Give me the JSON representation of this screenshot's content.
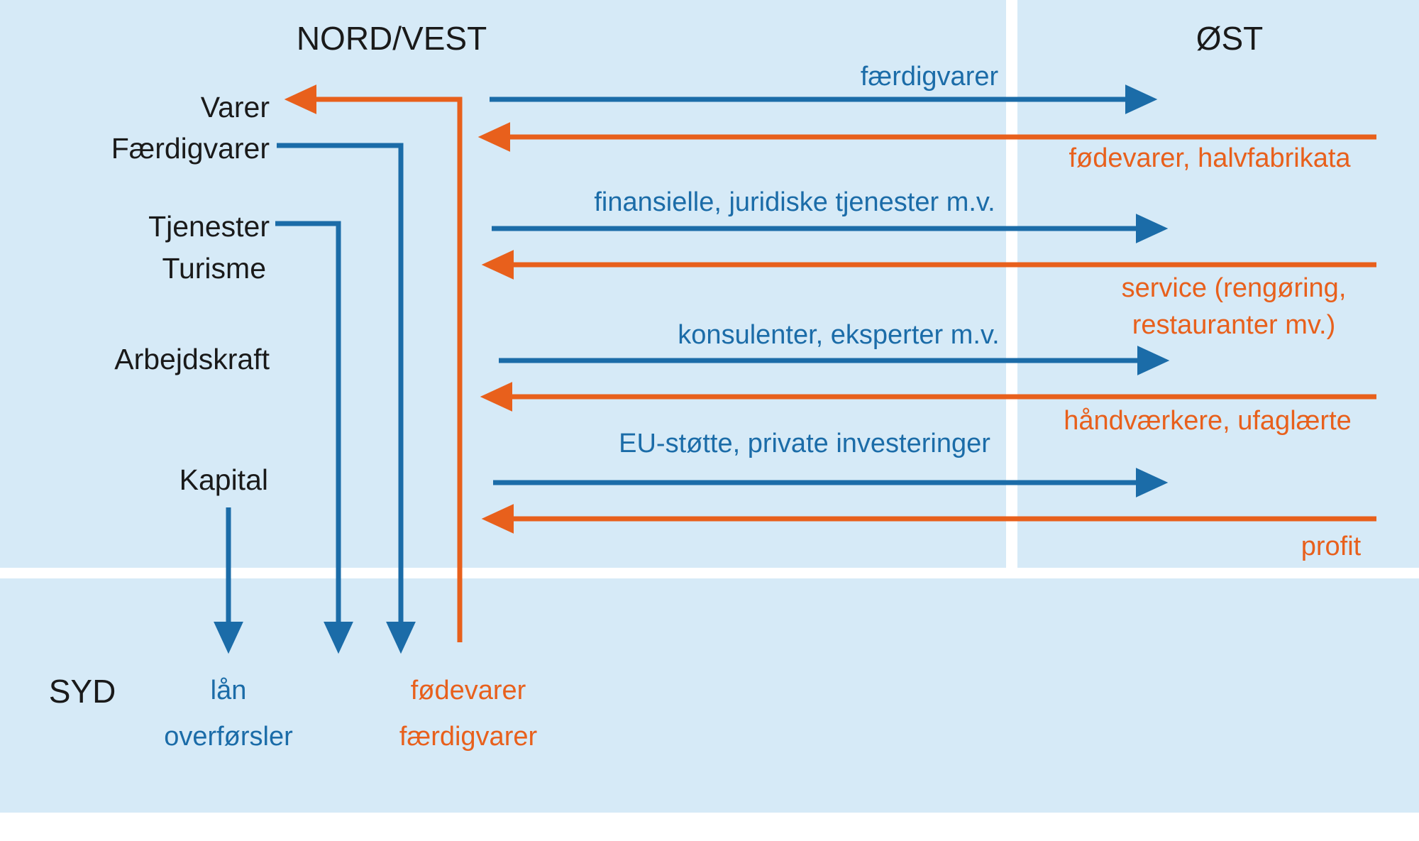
{
  "colors": {
    "background": "#d6eaf7",
    "panel_divider": "#ffffff",
    "blue": "#1b6ca8",
    "orange": "#e8601c",
    "text_dark": "#1a1a1a"
  },
  "regions": {
    "north_west": "NORD/VEST",
    "east": "ØST",
    "south": "SYD"
  },
  "categories": [
    {
      "id": "varer",
      "label": "Varer"
    },
    {
      "id": "faerdigvarer",
      "label": "Færdigvarer"
    },
    {
      "id": "tjenester",
      "label": "Tjenester"
    },
    {
      "id": "turisme",
      "label": "Turisme"
    },
    {
      "id": "arbejdskraft",
      "label": "Arbejdskraft"
    },
    {
      "id": "kapital",
      "label": "Kapital"
    }
  ],
  "flows_east": [
    {
      "id": "goods",
      "outbound_label": "færdigvarer",
      "outbound_color": "blue",
      "outbound_direction": "to-east",
      "inbound_label": "fødevarer, halvfabrikata",
      "inbound_color": "orange",
      "inbound_direction": "to-west"
    },
    {
      "id": "services",
      "outbound_label": "finansielle, juridiske tjenester m.v.",
      "outbound_color": "blue",
      "outbound_direction": "to-east",
      "inbound_label": "service (rengøring,\nrestauranter mv.)",
      "inbound_label_line1": "service (rengøring,",
      "inbound_label_line2": "restauranter mv.)",
      "inbound_color": "orange",
      "inbound_direction": "to-west"
    },
    {
      "id": "labour",
      "outbound_label": "konsulenter, eksperter m.v.",
      "outbound_color": "blue",
      "outbound_direction": "to-east",
      "inbound_label": "håndværkere, ufaglærte",
      "inbound_color": "orange",
      "inbound_direction": "to-west"
    },
    {
      "id": "capital",
      "outbound_label": "EU-støtte, private investeringer",
      "outbound_color": "blue",
      "outbound_direction": "to-east",
      "inbound_label": "profit",
      "inbound_color": "orange",
      "inbound_direction": "to-west"
    }
  ],
  "flows_south": [
    {
      "id": "capital-south",
      "color": "blue",
      "labels": [
        "lån"
      ],
      "source_category": "Kapital"
    },
    {
      "id": "services-south",
      "color": "blue",
      "labels": [
        "overførsler"
      ],
      "source_category": "Tjenester / Turisme"
    },
    {
      "id": "goods-south",
      "color": "blue",
      "labels": [],
      "source_category": "Færdigvarer"
    },
    {
      "id": "south-to-northwest",
      "color": "orange",
      "labels": [
        "fødevarer",
        "færdigvarer"
      ],
      "source_category": "Varer"
    }
  ],
  "south_labels_blue": [
    "lån",
    "overførsler"
  ],
  "south_labels_orange": [
    "fødevarer",
    "færdigvarer"
  ]
}
